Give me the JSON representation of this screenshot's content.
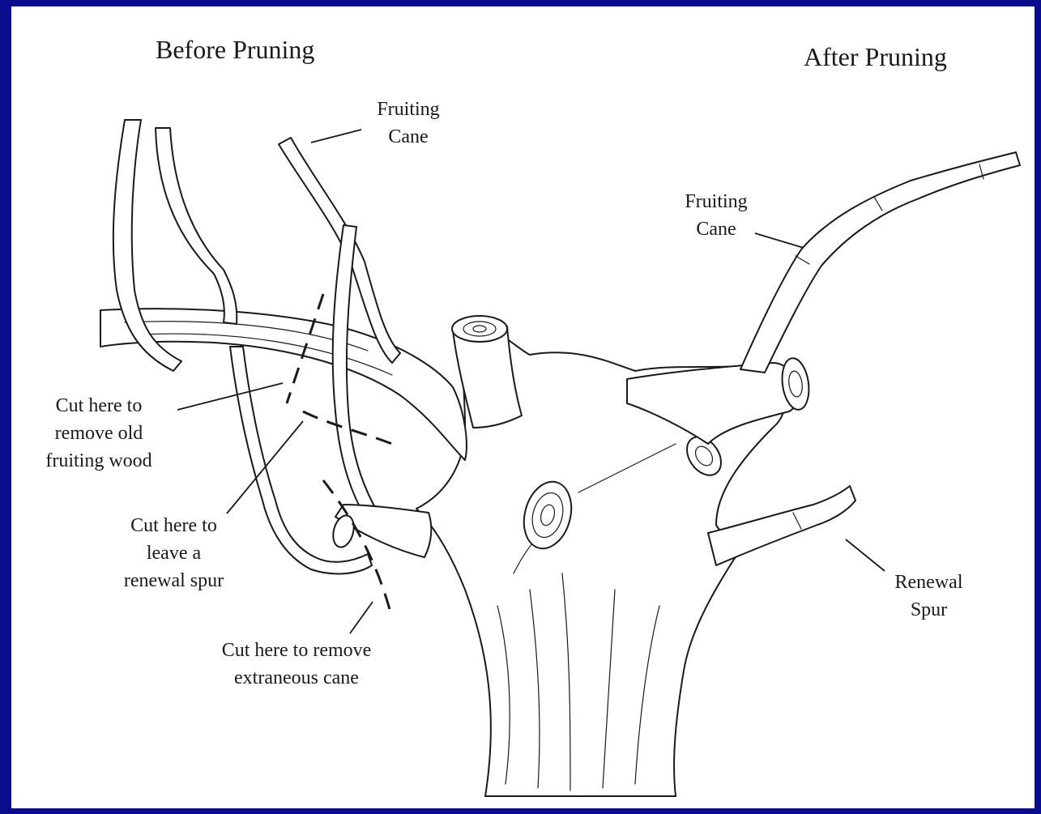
{
  "titles": {
    "before": "Before Pruning",
    "after": "After Pruning"
  },
  "labels": {
    "fruiting_cane_left": "Fruiting\nCane",
    "fruiting_cane_right": "Fruiting\nCane",
    "cut_old_wood": "Cut here to\nremove old\nfruiting wood",
    "cut_renewal_spur": "Cut here to\nleave a\nrenewal spur",
    "cut_extraneous": "Cut here to remove\nextraneous cane",
    "renewal_spur": "Renewal\nSpur"
  },
  "colors": {
    "frame": "#0b0b8e",
    "paper": "#ffffff",
    "ink": "#1a1a1a"
  }
}
